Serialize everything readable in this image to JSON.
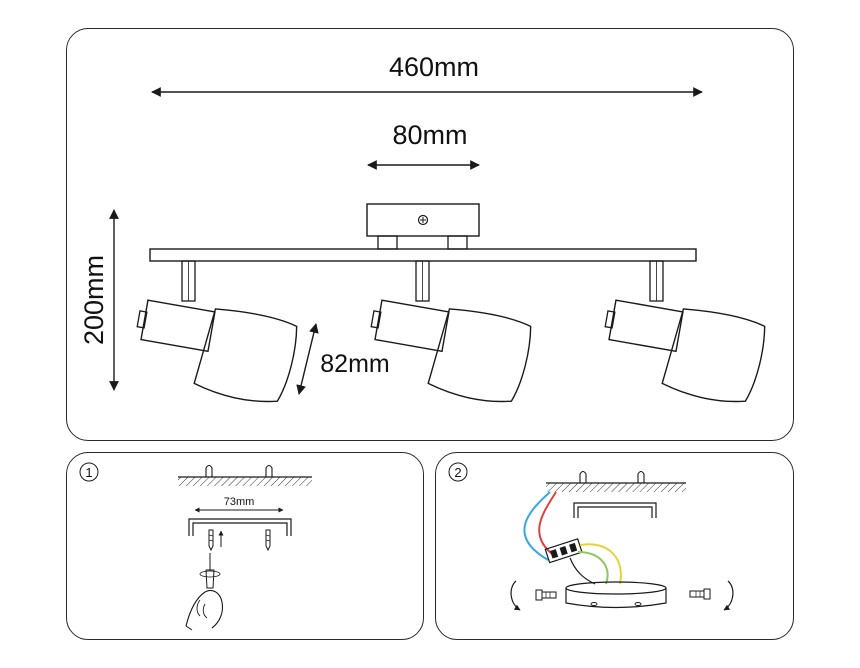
{
  "dimensions": {
    "length": "460mm",
    "base_width": "80mm",
    "height": "200mm",
    "shade_diameter": "82mm",
    "mount_spacing": "73mm"
  },
  "steps": [
    {
      "number": "1"
    },
    {
      "number": "2"
    }
  ],
  "colors": {
    "wire_blue": "#3aa6e0",
    "wire_red": "#e04040",
    "wire_yellow": "#e8d23a",
    "wire_green": "#8cc85a",
    "outline": "#1a1a1a"
  }
}
